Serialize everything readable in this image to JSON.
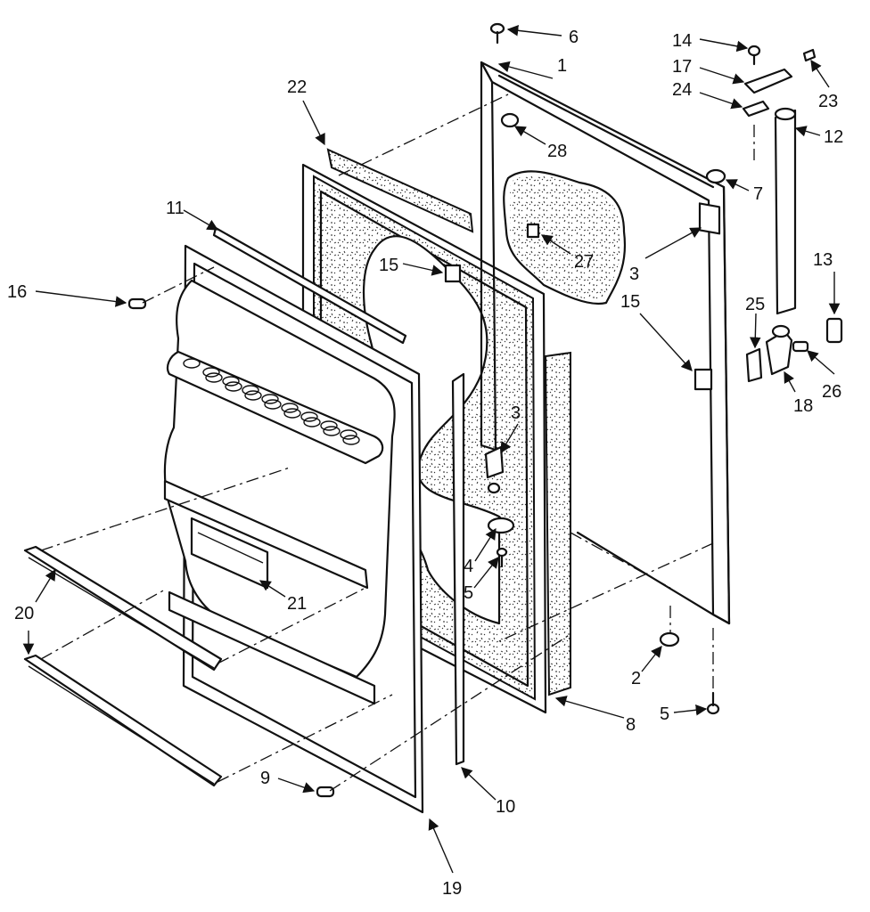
{
  "diagram": {
    "labels": [
      {
        "id": "6",
        "text": "6"
      },
      {
        "id": "1",
        "text": "1"
      },
      {
        "id": "14",
        "text": "14"
      },
      {
        "id": "17",
        "text": "17"
      },
      {
        "id": "23",
        "text": "23"
      },
      {
        "id": "24",
        "text": "24"
      },
      {
        "id": "12",
        "text": "12"
      },
      {
        "id": "22",
        "text": "22"
      },
      {
        "id": "28",
        "text": "28"
      },
      {
        "id": "7",
        "text": "7"
      },
      {
        "id": "11",
        "text": "11"
      },
      {
        "id": "27",
        "text": "27"
      },
      {
        "id": "15a",
        "text": "15"
      },
      {
        "id": "3a",
        "text": "3"
      },
      {
        "id": "15b",
        "text": "15"
      },
      {
        "id": "13",
        "text": "13"
      },
      {
        "id": "16",
        "text": "16"
      },
      {
        "id": "25",
        "text": "25"
      },
      {
        "id": "18",
        "text": "18"
      },
      {
        "id": "26",
        "text": "26"
      },
      {
        "id": "3b",
        "text": "3"
      },
      {
        "id": "4",
        "text": "4"
      },
      {
        "id": "5a",
        "text": "5"
      },
      {
        "id": "21",
        "text": "21"
      },
      {
        "id": "20a",
        "text": "20"
      },
      {
        "id": "20b",
        "text": "20"
      },
      {
        "id": "2",
        "text": "2"
      },
      {
        "id": "5b",
        "text": "5"
      },
      {
        "id": "8",
        "text": "8"
      },
      {
        "id": "9",
        "text": "9"
      },
      {
        "id": "10",
        "text": "10"
      },
      {
        "id": "19",
        "text": "19"
      }
    ]
  }
}
